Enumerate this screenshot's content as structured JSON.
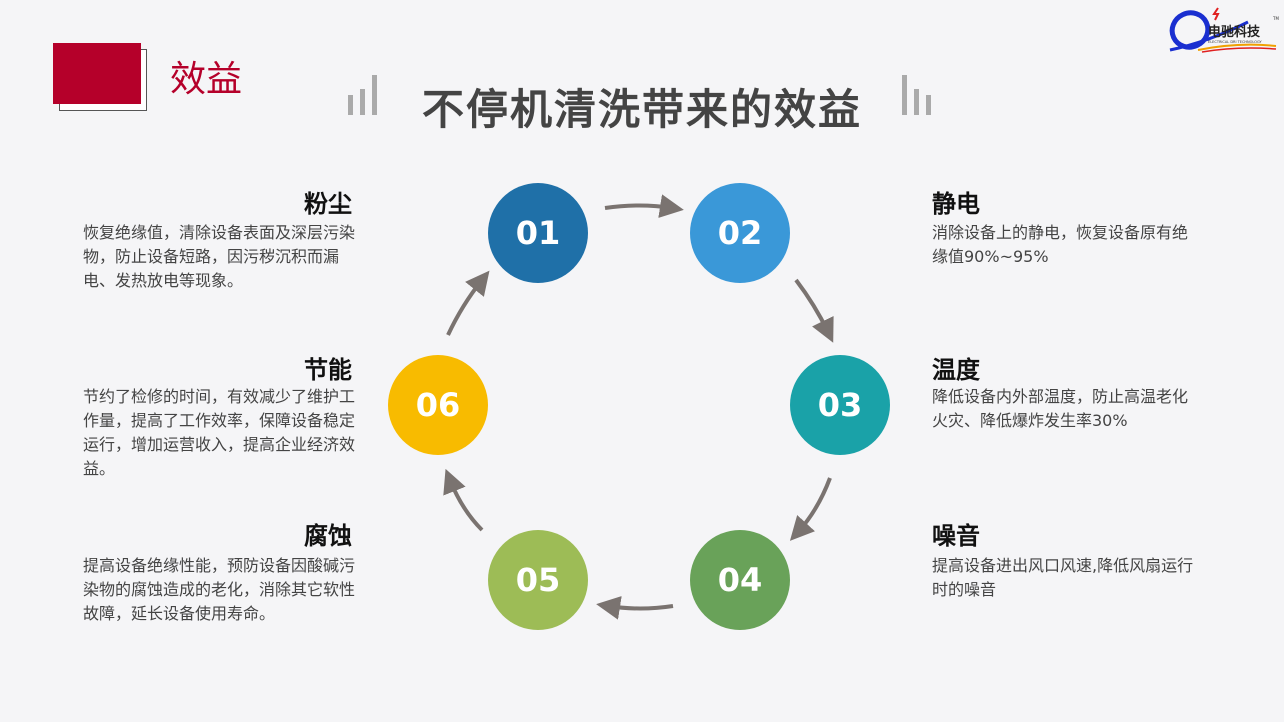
{
  "section_tag": "效益",
  "title": "不停机清洗带来的效益",
  "logo": {
    "text": "电驰科技",
    "subtext": "ELECTRICAL DRI TECHNOLOGY",
    "tm": "TM"
  },
  "colors": {
    "accent": "#b5002a",
    "c01": "#1f70a8",
    "c02": "#3a98d8",
    "c03": "#1aa2a8",
    "c04": "#69a259",
    "c05": "#9dbc56",
    "c06": "#f8bb00",
    "arrow": "#7a7370"
  },
  "steps": [
    {
      "num": "01",
      "title": "粉尘",
      "desc": "恢复绝缘值，清除设备表面及深层污染物，防止设备短路，因污秽沉积而漏电、发热放电等现象。"
    },
    {
      "num": "02",
      "title": "静电",
      "desc": "消除设备上的静电，恢复设备原有绝缘值90%~95%"
    },
    {
      "num": "03",
      "title": "温度",
      "desc": "降低设备内外部温度，防止高温老化火灾、降低爆炸发生率30%"
    },
    {
      "num": "04",
      "title": "噪音",
      "desc": "提高设备进出风口风速,降低风扇运行时的噪音"
    },
    {
      "num": "05",
      "title": "腐蚀",
      "desc": "提高设备绝缘性能，预防设备因酸碱污染物的腐蚀造成的老化，消除其它软性故障，延长设备使用寿命。"
    },
    {
      "num": "06",
      "title": "节能",
      "desc": "节约了检修的时间，有效减少了维护工作量，提高了工作效率，保障设备稳定运行，增加运营收入，提高企业经济效益。"
    }
  ]
}
